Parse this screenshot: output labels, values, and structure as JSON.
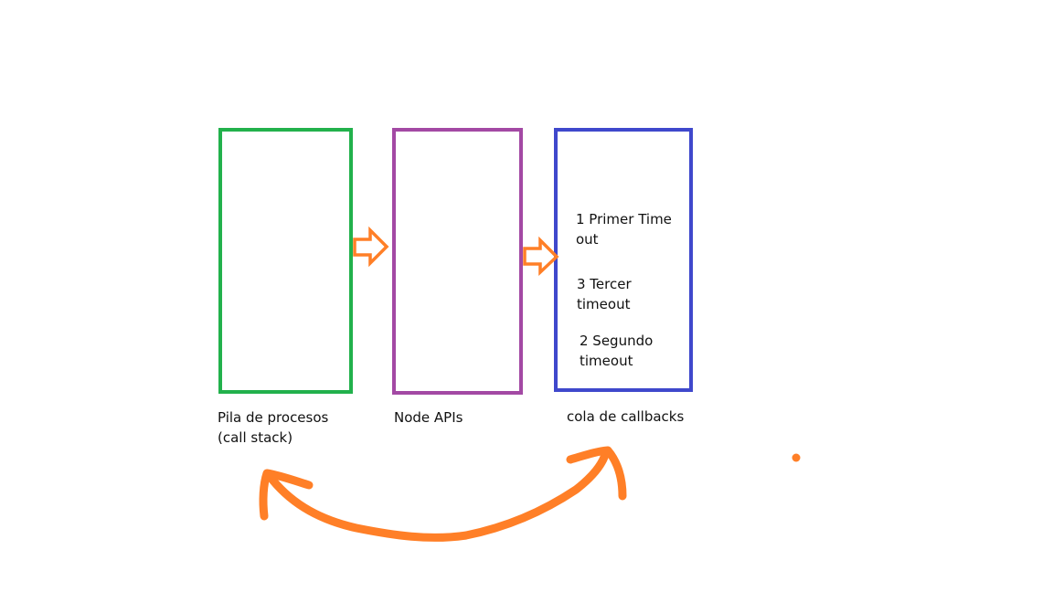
{
  "colors": {
    "stack_border": "#22b14c",
    "apis_border": "#a349a4",
    "queue_border": "#3f48cc",
    "arrow": "#ff7f27"
  },
  "boxes": {
    "stack_label_line1": "Pila de procesos",
    "stack_label_line2": "(call stack)",
    "apis_label": "Node APIs",
    "queue_label": "cola de callbacks"
  },
  "queue_items": [
    {
      "line1": "1 Primer Time",
      "line2": "out"
    },
    {
      "line1": "3 Tercer",
      "line2": "timeout"
    },
    {
      "line1": "2 Segundo",
      "line2": "timeout"
    }
  ],
  "icons": {
    "arrow_1": "hollow-right-arrow-icon",
    "arrow_2": "hollow-right-arrow-icon",
    "loop_arrow": "curved-double-arrow-icon"
  }
}
